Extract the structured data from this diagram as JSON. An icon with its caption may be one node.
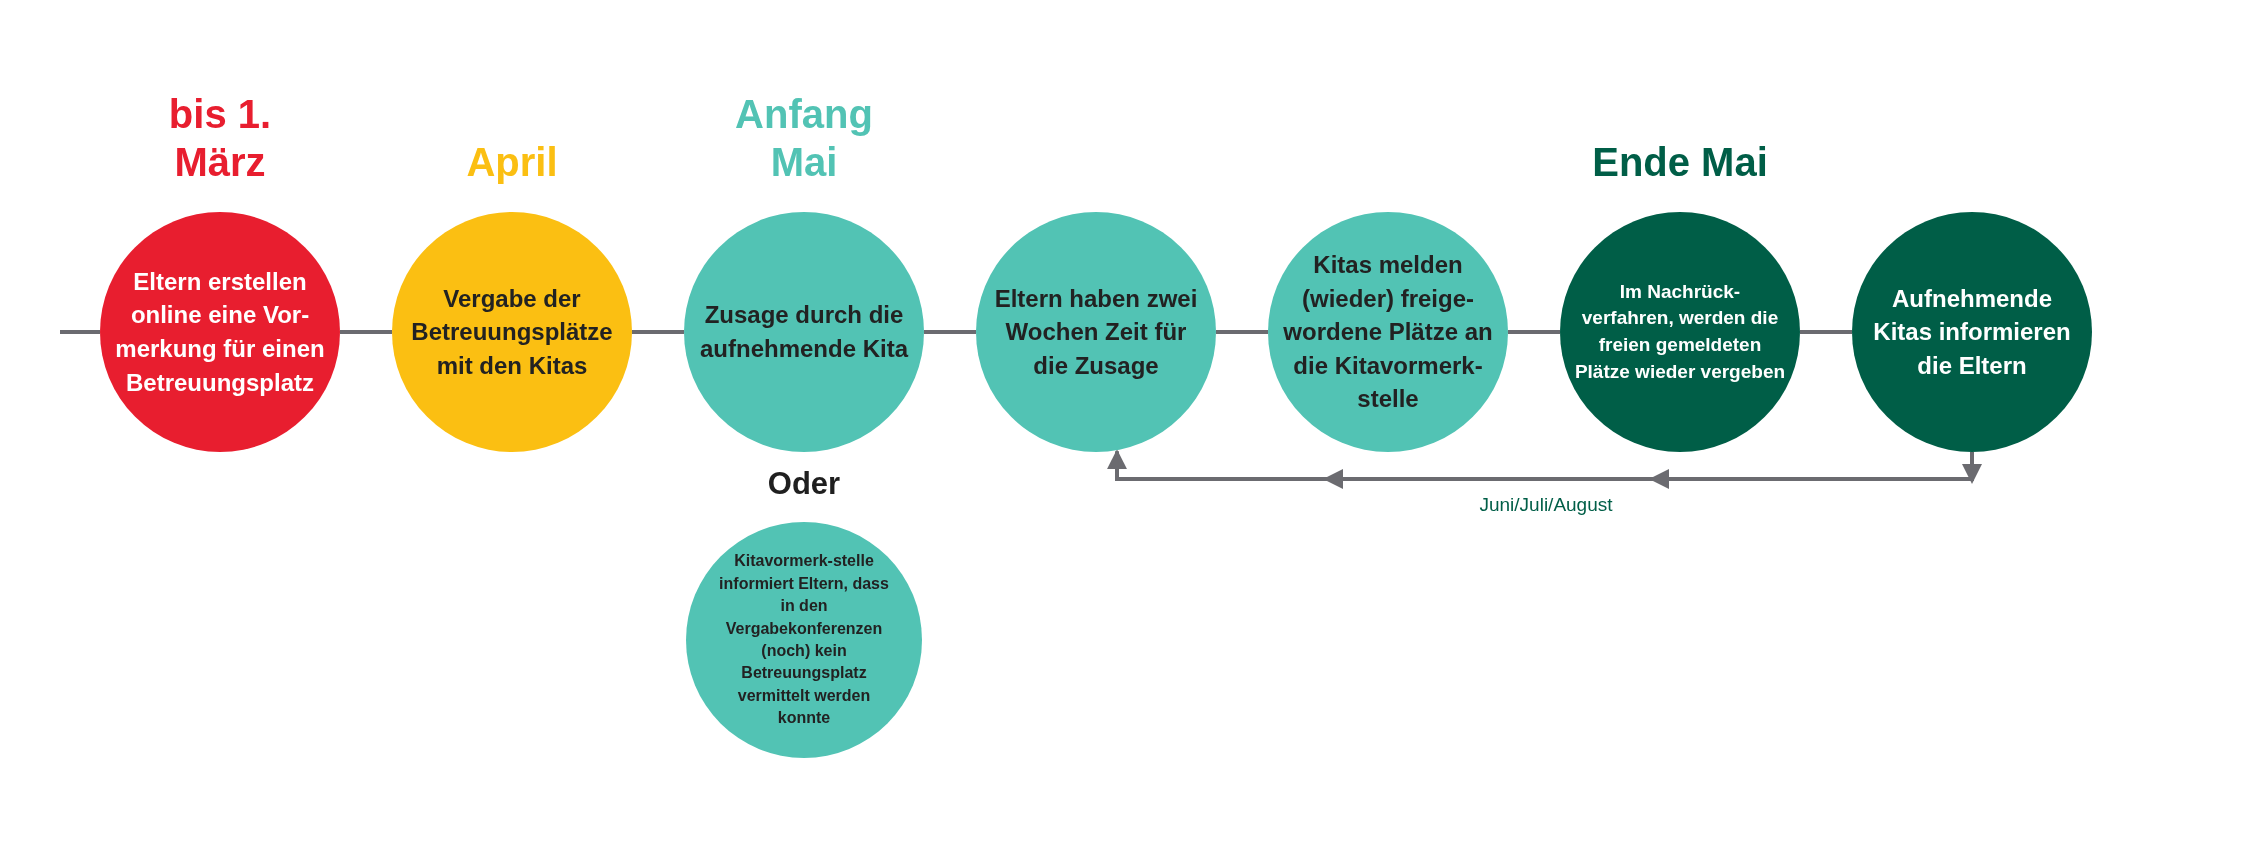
{
  "diagram": {
    "nodes": [
      {
        "text": [
          "bis 1. März",
          "Eltern erstellen online eine Vor-merkung für einen Betreuungsplatz"
        ]
      },
      {
        "text": [
          "April",
          "Vergabe der Betreuungsplätze mit den Kitas"
        ]
      },
      {
        "text": [
          "Anfang Mai",
          "Zusage durch die aufnehmende Kita"
        ]
      },
      {
        "text": [
          "Eltern haben zwei Wochen Zeit für die Zusage"
        ]
      },
      {
        "text": [
          "Kitas melden (wieder) freige-wordene Plätze an die Kitavormerk-stelle"
        ]
      },
      {
        "text": [
          "Ende Mai",
          "Im Nachrück-verfahren, werden die freien gemeldeten Plätze wieder vergeben"
        ]
      },
      {
        "text": [
          "Aufnehmende Kitas informieren die Eltern"
        ]
      },
      {
        "text": [
          "Kitavormerk-stelle informiert Eltern, dass in den Vergabekonferenzen (noch) kein Betreuungsplatz vermittelt werden konnte"
        ]
      }
    ],
    "edges": [
      {
        "from": null,
        "to": 0,
        "arrow": "none"
      },
      {
        "from": 0,
        "to": 1,
        "arrow": "none"
      },
      {
        "from": 1,
        "to": 2,
        "arrow": "none"
      },
      {
        "from": 2,
        "to": 3,
        "arrow": "none"
      },
      {
        "from": 3,
        "to": 4,
        "arrow": "none"
      },
      {
        "from": 4,
        "to": 5,
        "arrow": "none"
      },
      {
        "from": 5,
        "to": 6,
        "arrow": "none"
      },
      {
        "from": 6,
        "to": 3,
        "arrow": "to",
        "label": "Juni/Juli/August"
      }
    ],
    "labels": [
      "Oder"
    ]
  }
}
